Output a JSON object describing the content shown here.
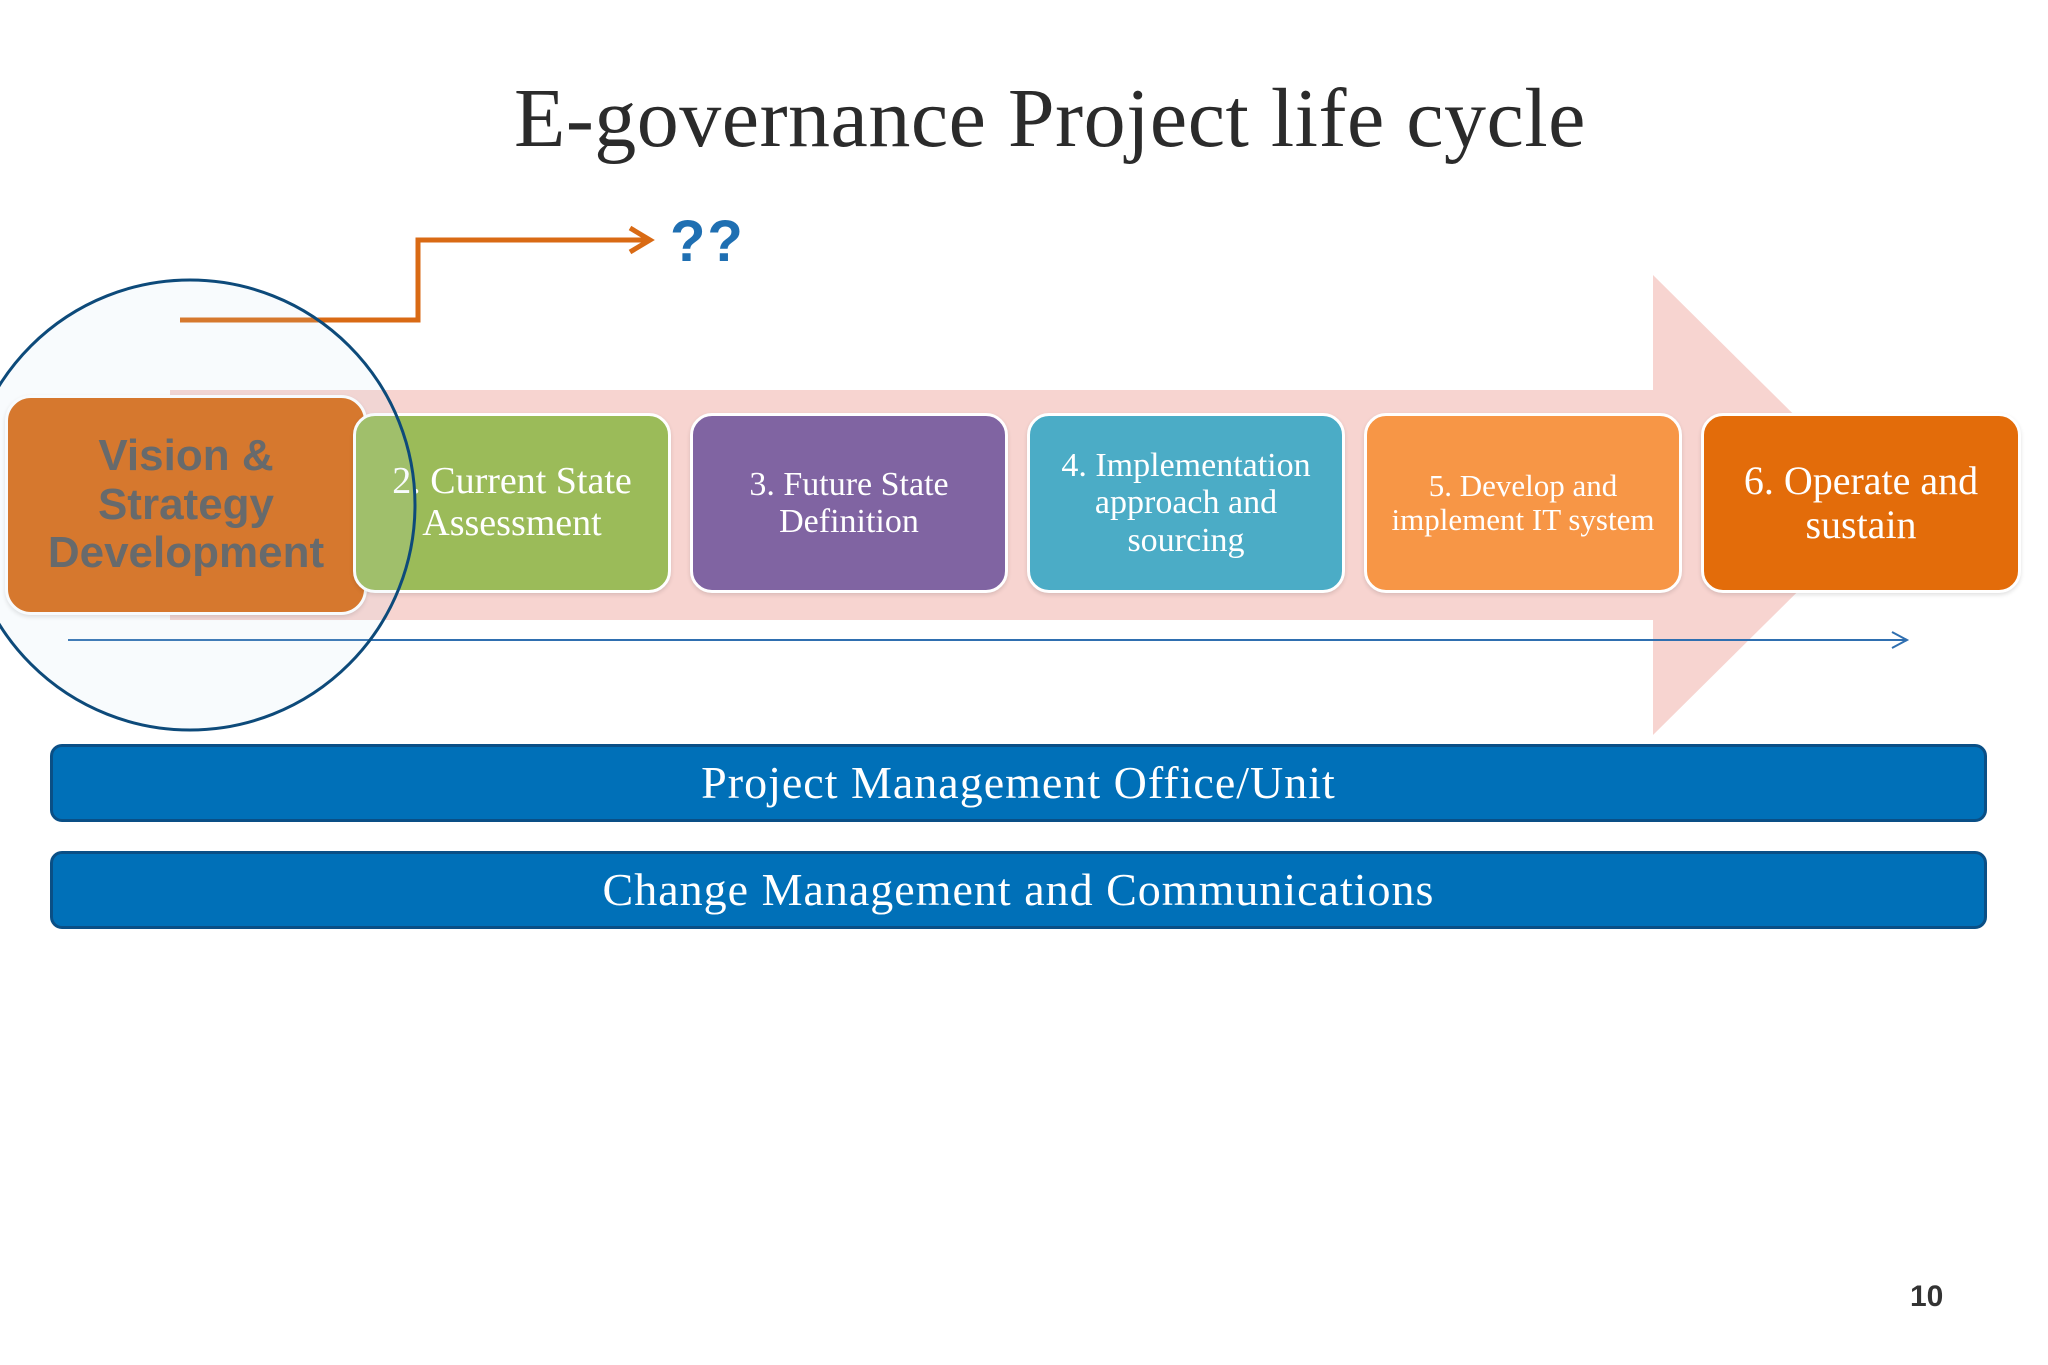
{
  "title": "E-governance Project life cycle",
  "annotation": "??",
  "steps": [
    {
      "label": "Vision & Strategy Development"
    },
    {
      "label": "2. Current State Assessment"
    },
    {
      "label": "3. Future State Definition"
    },
    {
      "label": "4. Implementation approach and sourcing"
    },
    {
      "label": "5. Develop and implement IT system"
    },
    {
      "label": "6. Operate and sustain"
    }
  ],
  "bands": {
    "pmo": "Project Management Office/Unit",
    "change": "Change Management and Communications"
  },
  "page_number": "10",
  "colors": {
    "arrow_bg": "#f6cfcb",
    "vision": "#d96a14",
    "current": "#9bbb59",
    "future": "#8064a2",
    "implementation": "#4bacc6",
    "develop": "#f79646",
    "operate": "#e36c0a",
    "band": "#0070b8",
    "connector": "#d96a14",
    "circle": "#0d4a7a"
  }
}
